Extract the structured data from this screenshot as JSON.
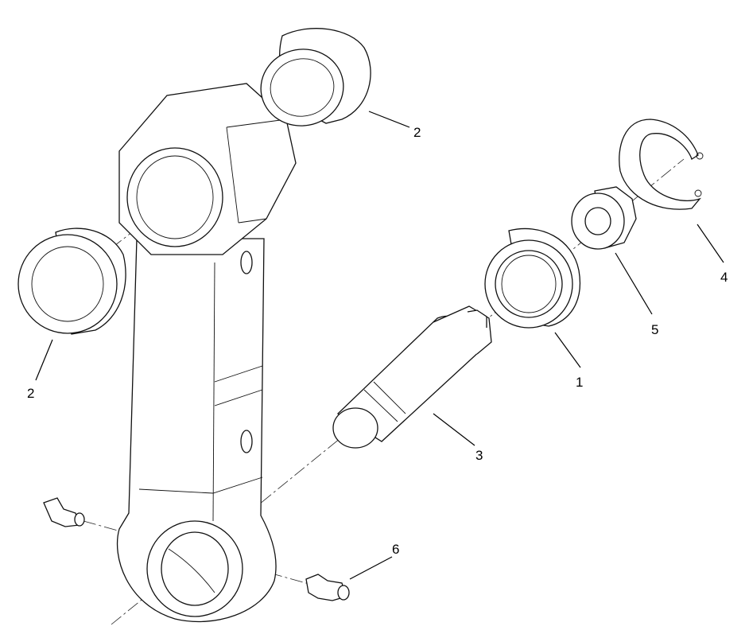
{
  "callouts": [
    {
      "id": "c1",
      "label": "1"
    },
    {
      "id": "c2a",
      "label": "2"
    },
    {
      "id": "c2b",
      "label": "2"
    },
    {
      "id": "c3",
      "label": "3"
    },
    {
      "id": "c4",
      "label": "4"
    },
    {
      "id": "c5",
      "label": "5"
    },
    {
      "id": "c6",
      "label": "6"
    }
  ]
}
